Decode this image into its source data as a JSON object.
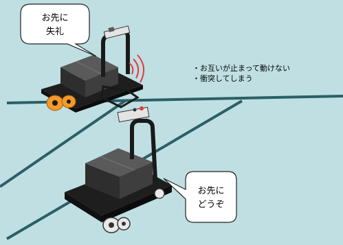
{
  "bubbles": {
    "top": {
      "line1": "お先に",
      "line2": "失礼"
    },
    "bottom": {
      "line1": "お先に",
      "line2": "どうぞ"
    }
  },
  "notes": [
    "・お互いが止まって動けない",
    "・衝突してしまう"
  ],
  "colors": {
    "background": "#bfdfe3",
    "road_line": "#2b5f66",
    "robot_body": "#1e1e1e",
    "battery_box": "#3b3b3b",
    "bubble_fill": "#ffffff",
    "signal_red": "#e53935",
    "wheel_orange": "#f39a2a"
  },
  "icons": {
    "top_robot": "delivery-robot-icon",
    "bottom_robot": "delivery-robot-icon",
    "signal": "wireless-signal-icon"
  }
}
